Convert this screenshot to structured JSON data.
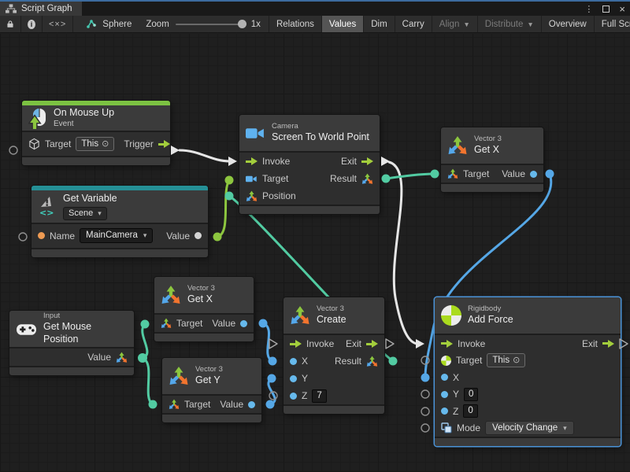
{
  "window": {
    "tab_title": "Script Graph",
    "controls": {
      "menu": "⋮",
      "close": "×"
    }
  },
  "toolbar": {
    "code_glyph": "<×>",
    "graph_name": "Sphere",
    "zoom_label": "Zoom",
    "zoom_value": "1x",
    "buttons": {
      "relations": "Relations",
      "values": "Values",
      "dim": "Dim",
      "carry": "Carry",
      "align": "Align",
      "distribute": "Distribute",
      "overview": "Overview",
      "full_screen": "Full Screen"
    }
  },
  "colors": {
    "event_accent": "#7cc242",
    "variable_accent": "#259096",
    "flow_green": "#a3ce3c",
    "wire_white": "#e6e6e6",
    "wire_green": "#8dc63f",
    "wire_teal": "#52cba2",
    "wire_blue": "#55a7e6",
    "selection_blue": "#4b94d9"
  },
  "nodes": {
    "on_mouse_up": {
      "title": "On Mouse Up",
      "subtitle": "Event",
      "target_label": "Target",
      "target_value": "This",
      "trigger_label": "Trigger"
    },
    "get_variable": {
      "title": "Get Variable",
      "scope_value": "Scene",
      "name_label": "Name",
      "name_value": "MainCamera",
      "value_label": "Value"
    },
    "camera": {
      "category": "Camera",
      "title": "Screen To World Point",
      "invoke_label": "Invoke",
      "exit_label": "Exit",
      "target_label": "Target",
      "result_label": "Result",
      "position_label": "Position"
    },
    "get_x_top": {
      "category": "Vector 3",
      "title": "Get X",
      "target_label": "Target",
      "value_label": "Value"
    },
    "get_x_mid": {
      "category": "Vector 3",
      "title": "Get X",
      "target_label": "Target",
      "value_label": "Value"
    },
    "get_y": {
      "category": "Vector 3",
      "title": "Get Y",
      "target_label": "Target",
      "value_label": "Value"
    },
    "input": {
      "category": "Input",
      "title": "Get Mouse Position",
      "value_label": "Value"
    },
    "create": {
      "category": "Vector 3",
      "title": "Create",
      "invoke_label": "Invoke",
      "exit_label": "Exit",
      "x_label": "X",
      "y_label": "Y",
      "z_label": "Z",
      "z_value": "7",
      "result_label": "Result"
    },
    "add_force": {
      "category": "Rigidbody",
      "title": "Add Force",
      "invoke_label": "Invoke",
      "exit_label": "Exit",
      "target_label": "Target",
      "target_value": "This",
      "x_label": "X",
      "y_label": "Y",
      "y_value": "0",
      "z_label": "Z",
      "z_value": "0",
      "mode_label": "Mode",
      "mode_value": "Velocity Change"
    }
  }
}
